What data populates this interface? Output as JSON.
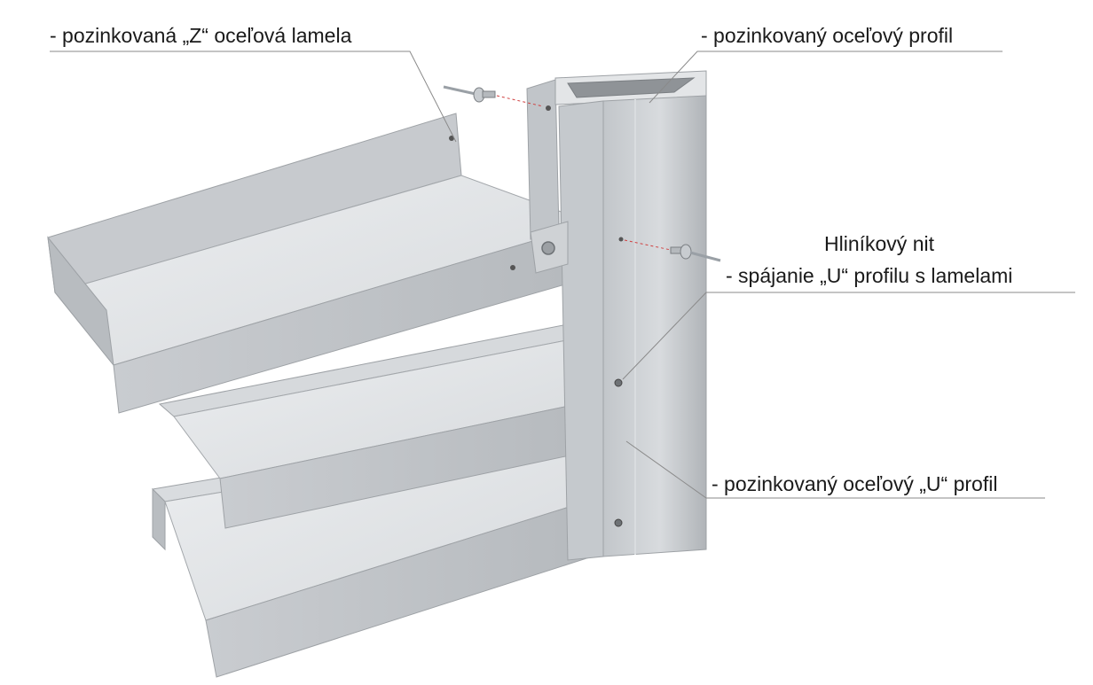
{
  "labels": {
    "z_lamela": "- pozinkovaná „Z“ oceľová lamela",
    "steel_profile": "- pozinkovaný oceľový profil",
    "rivet_title": "Hliníkový nit",
    "rivet_desc": "- spájanie „U“ profilu s lamelami",
    "u_profile": "- pozinkovaný oceľový „U“ profil"
  },
  "colors": {
    "metal_light": "#e2e4e6",
    "metal_mid": "#c4c7ca",
    "metal_dark": "#a3a7ab",
    "leader_line": "#8a8a8a",
    "rivet_trace": "#d04040"
  }
}
